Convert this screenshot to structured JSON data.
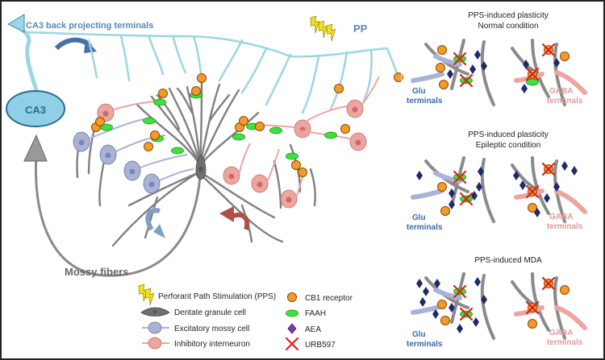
{
  "diagram": {
    "labels": {
      "ca3_back": "CA3 back projecting terminals",
      "pp": "PP",
      "ca3": "CA3",
      "mossy": "Mossy fibers"
    },
    "panels": [
      {
        "title1": "PPS-induced plasticity",
        "title2": "Normal condition",
        "glu1": "Glu",
        "glu2": "terminals",
        "gaba1": "GABA",
        "gaba2": "terminals"
      },
      {
        "title1": "PPS-induced plasticity",
        "title2": "Epileptic condition",
        "glu1": "Glu",
        "glu2": "terminals",
        "gaba1": "GABA",
        "gaba2": "terminals"
      },
      {
        "title1": "PPS-induced MDA",
        "title2": "",
        "glu1": "Glu",
        "glu2": "terminals",
        "gaba1": "GABA",
        "gaba2": "terminals"
      }
    ],
    "legend": {
      "pps": "Perforant Path Stimulation (PPS)",
      "granule": "Dentate granule cell",
      "mossy_cell": "Excitatory mossy cell",
      "interneuron": "Inhibitory interneuron",
      "cb1": "CB1 receptor",
      "faah": "FAAH",
      "aea": "AEA",
      "urb": "URB597"
    },
    "colors": {
      "pp_axon": "#9bd6e3",
      "ca3_fill": "#8fd0e6",
      "ca3_stroke": "#2e6a8f",
      "label_blue": "#5b86b5",
      "glu_text": "#3b6aa5",
      "gaba_text": "#e29a9a",
      "dendrite": "#808080",
      "granule": "#6f6f6f",
      "mossy_cell": "#aab3d6",
      "interneuron": "#eea5a0",
      "cb1": "#f39a2a",
      "faah": "#3ce23c",
      "aea": "#1f2a6b",
      "urb": "#e0201a",
      "lightning": "#f4e21c"
    }
  }
}
